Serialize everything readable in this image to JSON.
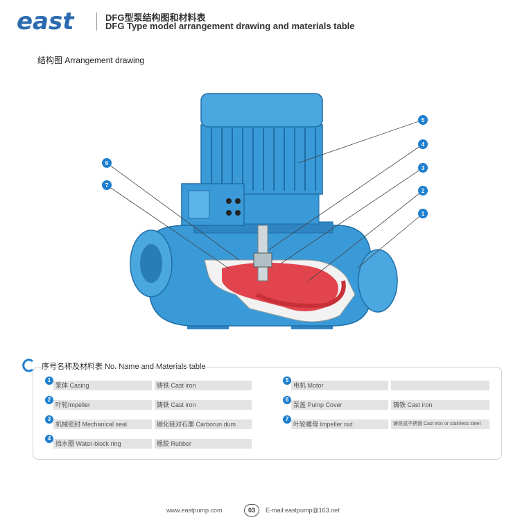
{
  "header": {
    "logo_text": "east",
    "title_cn": "DFG型泵结构图和材料表",
    "title_en": "DFG Type model arrangement drawing and materials table"
  },
  "arrangement": {
    "title": "结构图 Arrangement drawing",
    "callouts": [
      "1",
      "2",
      "3",
      "4",
      "5",
      "6",
      "7"
    ]
  },
  "materials": {
    "title": "序号名称及材料表 No. Name and Materials table",
    "items": [
      {
        "no": "1",
        "name": "泵体 Casing",
        "material": "铸铁 Cast iron"
      },
      {
        "no": "2",
        "name": "叶轮Impeller",
        "material": "铸铁 Cast iron"
      },
      {
        "no": "3",
        "name": "机械密封 Mechanical seal",
        "material": "碳化硅对石墨 Carborun dum"
      },
      {
        "no": "4",
        "name": "挡水圈 Water-block ring",
        "material": "橡胶 Rubber"
      },
      {
        "no": "5",
        "name": "电机 Motor",
        "material": ""
      },
      {
        "no": "6",
        "name": "泵盖 Pump Cover",
        "material": "铸铁 Cast iron"
      },
      {
        "no": "7",
        "name": "叶轮螺母 Impeller nut",
        "material": "铸铁或不锈钢 Cast iron or stainless steel"
      }
    ]
  },
  "footer": {
    "website": "www.eastpump.com",
    "page": "03",
    "email": "E-mail:eastpump@163.net"
  },
  "colors": {
    "pump_blue": "#3a9ad8",
    "pump_red": "#e2444e",
    "accent_blue": "#1e7fd0",
    "brand_blue": "#2a6bb0"
  }
}
